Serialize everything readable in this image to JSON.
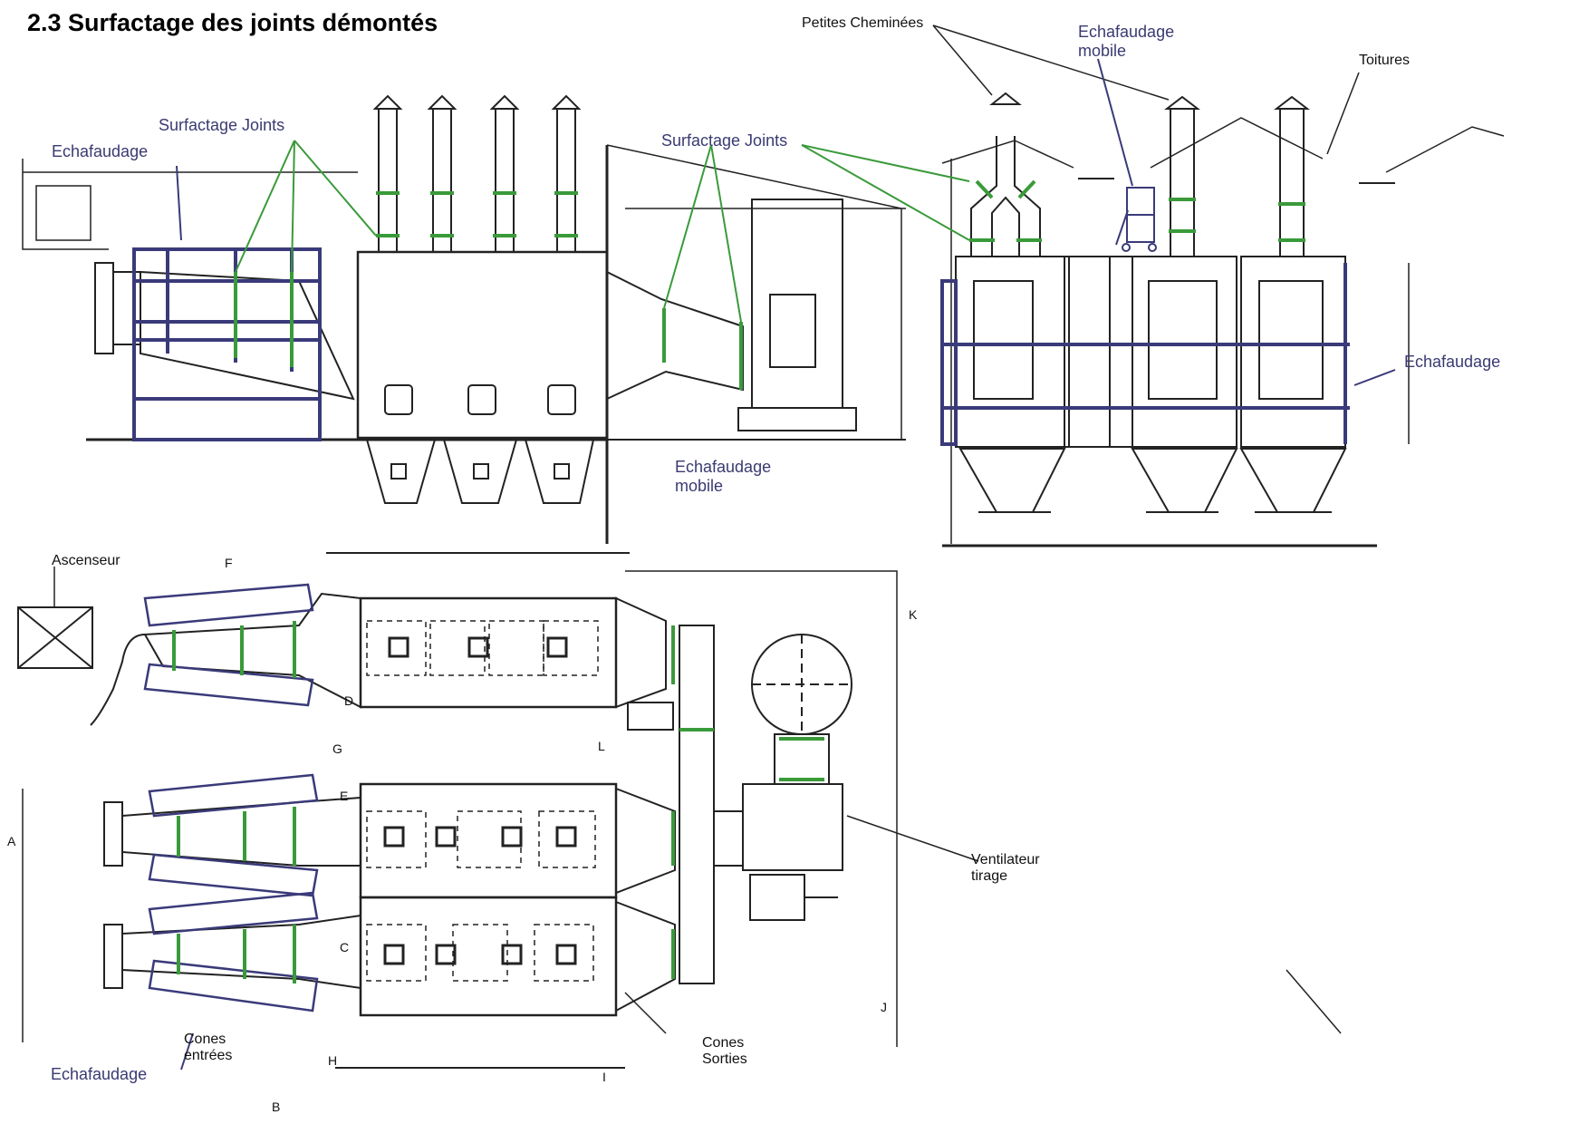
{
  "title": "2.3 Surfactage des joints démontés",
  "labels": {
    "petites_cheminees": "Petites  Cheminées",
    "echafaudage_mobile_top": "Echafaudage mobile",
    "toitures": "Toitures",
    "surfactage_joints_left": "Surfactage Joints",
    "surfactage_joints_center": "Surfactage Joints",
    "echafaudage_top_left": "Echafaudage",
    "echafaudage_right": "Echafaudage",
    "echafaudage_mobile_center": "Echafaudage mobile",
    "ascenseur": "Ascenseur",
    "ventilateur_tirage": "Ventilateur tirage",
    "cones_entrees": "Cones entrées",
    "cones_sorties": "Cones Sorties",
    "echafaudage_bottom": "Echafaudage"
  },
  "view_markers": [
    "A",
    "B",
    "C",
    "D",
    "E",
    "F",
    "G",
    "H",
    "I",
    "J",
    "K",
    "L"
  ],
  "colors": {
    "drawing": "#222222",
    "scaffold": "#3a3a7a",
    "joint": "#3a9a3a",
    "annotation": "#3a3a72"
  }
}
